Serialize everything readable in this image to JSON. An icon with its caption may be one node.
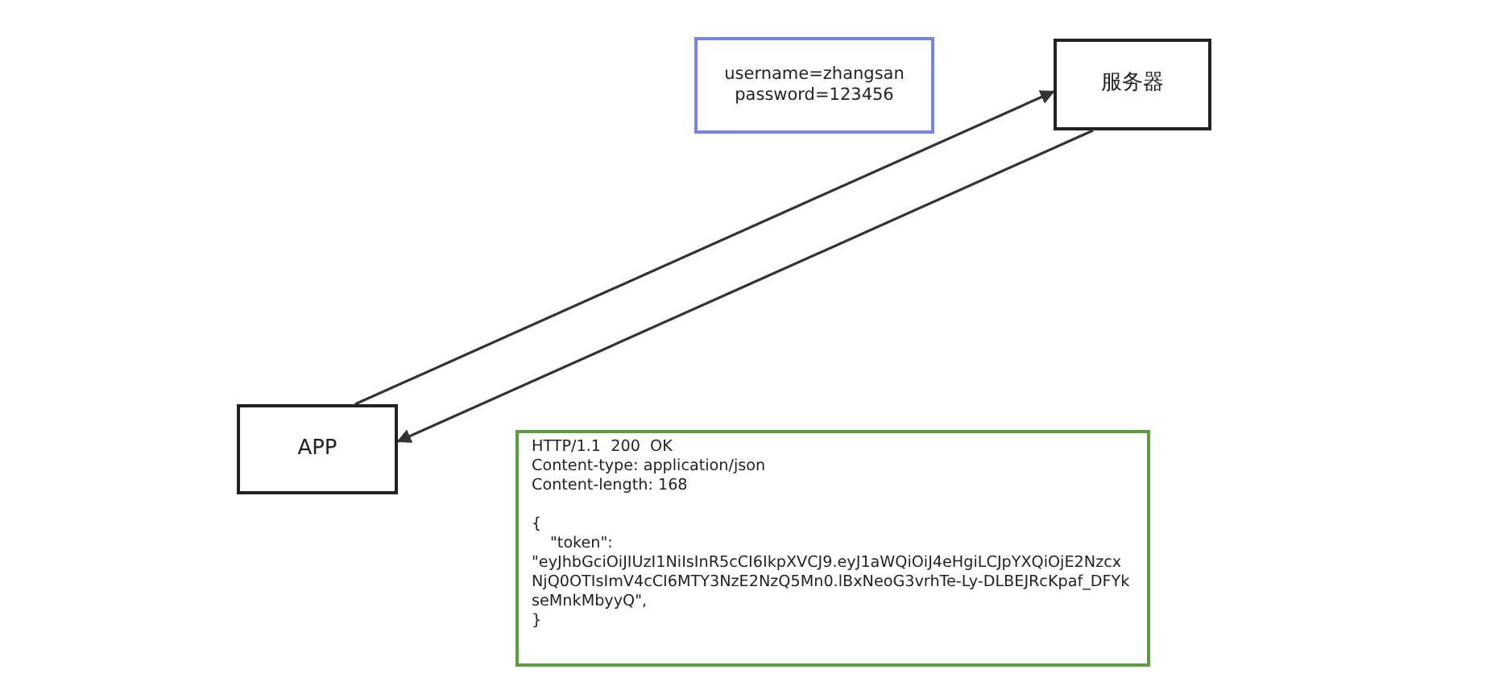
{
  "diagram": {
    "nodes": [
      {
        "text": [
          "APP"
        ]
      },
      {
        "text": [
          "服务器"
        ]
      },
      {
        "text": [
          "username=zhangsan",
          "password=123456"
        ]
      },
      {
        "text": [
          "HTTP/1.1  200  OK",
          "Content-type: application/json",
          "Content-length: 168",
          "{",
          "\"token\":",
          "\"eyJhbGciOiJIUzI1NiIsInR5cCI6IkpXVCJ9.eyJ1aWQiOiJ4eHgiLCJpYXQiOjE2NzcxNjQ0OTIsImV4cCI6MTY3NzE2NzQ5Mn0.lBxNeoG3vrhTe-Ly-DLBEJRcKpaf_DFYkseMnkMbyyQ\",",
          "}"
        ]
      }
    ],
    "edges": [
      {
        "from": 0,
        "to": 1,
        "arrow": "to"
      },
      {
        "from": 1,
        "to": 0,
        "arrow": "to"
      }
    ]
  }
}
